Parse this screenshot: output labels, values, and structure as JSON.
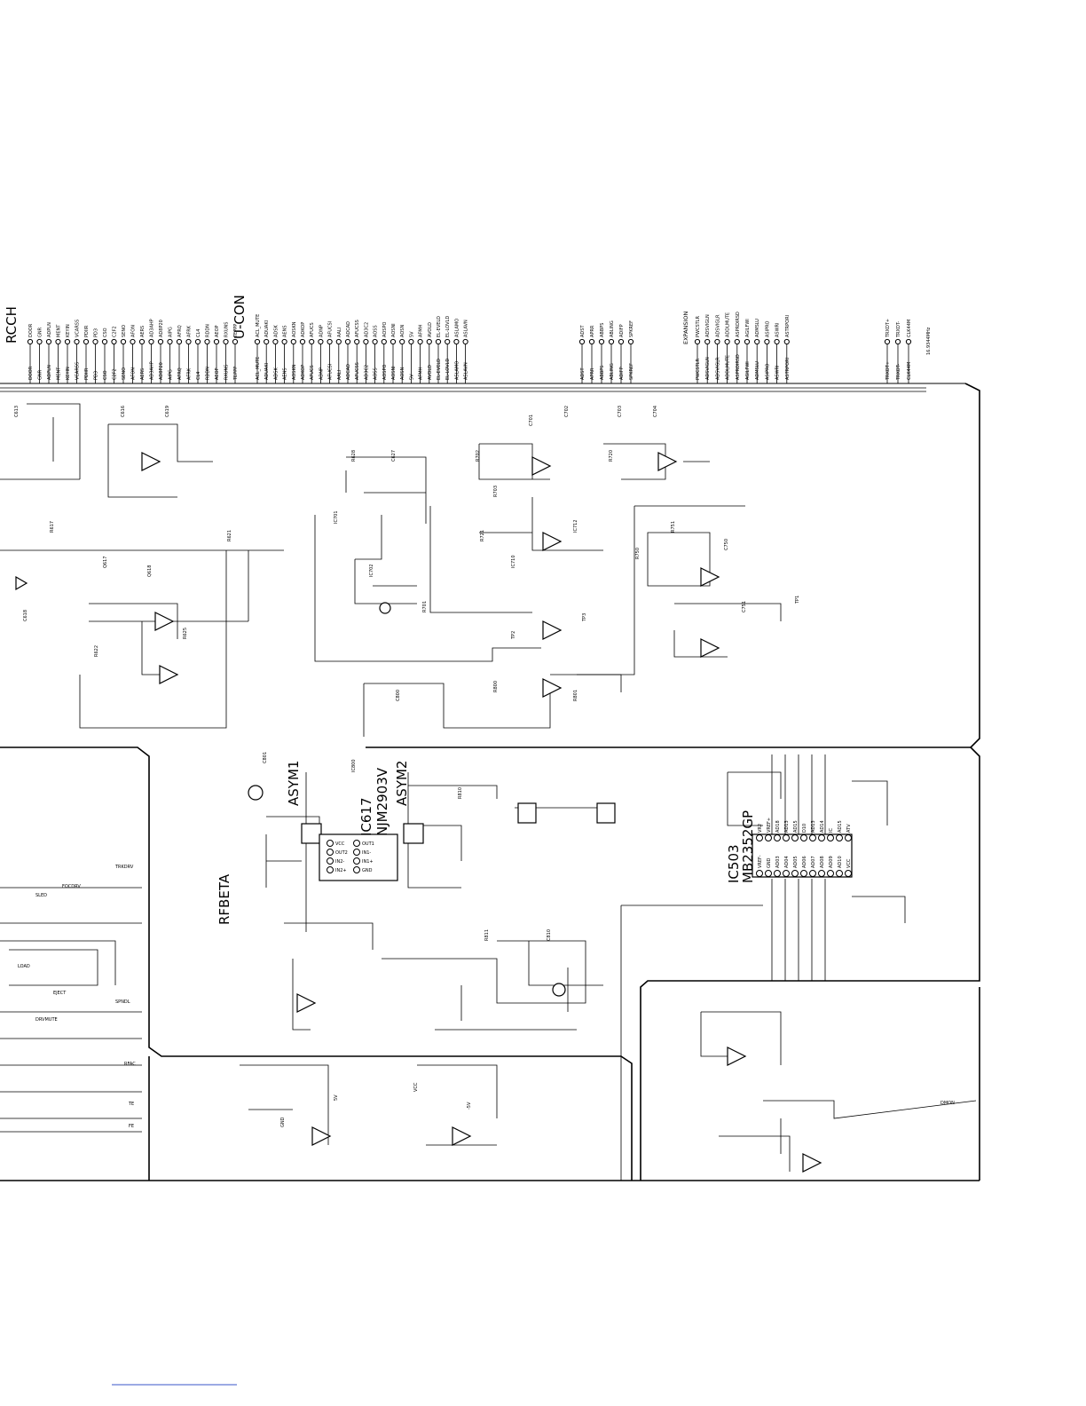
{
  "top_labels": {
    "rcch": "RCCH",
    "u_con": "U-CON",
    "expansion": "EXPANSION"
  },
  "connector_pins_left": [
    "DOOR",
    "GNR",
    "ADPLN",
    "MENT",
    "KEYIN",
    "VCARSS",
    "PDIIR",
    "PD3",
    "CSO",
    "C2F2",
    "SENO",
    "AFON",
    "AERS",
    "AD3AHP",
    "AD8P20",
    "AIPG",
    "AFRQ",
    "AFRK",
    "CL4",
    "RDDN",
    "AEOP",
    "RXUNS",
    "TEPPP"
  ],
  "connector_pins_mid": [
    "ACL_MUTE",
    "ADUAKI",
    "ADSK",
    "AENS",
    "AOSKN",
    "ADKOP",
    "AFUCS",
    "ADNP",
    "AFUCSI",
    "AALI",
    "ADCAD",
    "AFUCSS",
    "AD3C2",
    "AOSS",
    "AOSPO",
    "AOSNI",
    "AOSN",
    "5V",
    "AFMH",
    "AVOLD",
    "EL-EVELD",
    "EL-LOVLD",
    "ASLAMO",
    "ASLAVN"
  ],
  "connector_pins_right": [
    "ADST",
    "APRR",
    "ABBPS",
    "ABLING",
    "ADIFP",
    "SPKREF"
  ],
  "connector_pins_expansion": [
    "PWCSTLR",
    "ADSVIGLN",
    "ADSVIGLR",
    "ADDLMUTE",
    "ASPRDIRSD",
    "AGILFWI",
    "ADMSLU",
    "ASIPRO",
    "ASWRI",
    "ASTRPORI"
  ],
  "connector_pins_far_right": [
    "TRXDT+",
    "TRXDT-",
    "CLK44M"
  ],
  "far_right_sublabel": "16.9344MHz",
  "ic_labels": {
    "ic617_ref": "IC617",
    "ic617_part": "NJM2903V",
    "ic503_ref": "IC503",
    "ic503_part": "MB2352GP",
    "asym1": "ASYM1",
    "asym2": "ASYM2",
    "rfbeta": "RFBETA"
  },
  "ic503_pins_top": [
    "VR2",
    "VREF+",
    "AD18",
    "AD13",
    "AD15",
    "D10",
    "AD13",
    "AD14",
    "IC",
    "AD15",
    "ATV"
  ],
  "ic503_pins_bottom": [
    "VREF-",
    "GND",
    "AD03",
    "AD04",
    "AD05",
    "AD06",
    "AD07",
    "AD08",
    "AD09",
    "AD10",
    "VCC"
  ],
  "ic617_pins_left": [
    "VCC",
    "OUT2",
    "IN2-",
    "IN2+"
  ],
  "ic617_pins_right": [
    "OUT1",
    "IN1-",
    "IN1+",
    "GND"
  ],
  "scattered_labels": [
    "C613",
    "R617",
    "C616",
    "C619",
    "R621",
    "C618",
    "Q617",
    "Q618",
    "R622",
    "R625",
    "R628",
    "C627",
    "IC701",
    "IC702",
    "R701",
    "R702",
    "R703",
    "C701",
    "C702",
    "C703",
    "C704",
    "R720",
    "R721",
    "IC710",
    "IC712",
    "R750",
    "R751",
    "C750",
    "C751",
    "TP1",
    "TP2",
    "TP3",
    "R800",
    "R801",
    "C800",
    "C801",
    "IC800",
    "R810",
    "R811",
    "C810",
    "5V",
    "GND",
    "VCC",
    "-5V"
  ],
  "bottom_labels": [
    "TRKDRV",
    "FOCDRV",
    "SLED",
    "SPNDL",
    "RFAC",
    "TE",
    "FE",
    "DRVMUTE",
    "LOAD",
    "EJECT"
  ],
  "right_edge_label": "DMON"
}
